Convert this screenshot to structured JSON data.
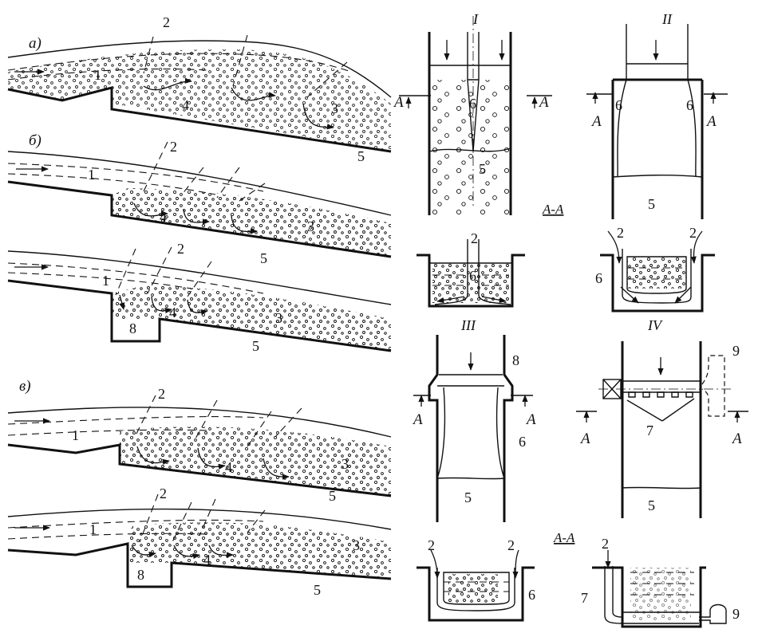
{
  "panels": {
    "a": {
      "letter": "а)",
      "labels": [
        "1",
        "2",
        "3",
        "4",
        "5"
      ]
    },
    "b": {
      "letter": "б)",
      "labels": [
        "1",
        "2",
        "3",
        "4",
        "5"
      ],
      "labels2": [
        "1",
        "2",
        "3",
        "4",
        "5",
        "8"
      ]
    },
    "v": {
      "letter": "в)",
      "labels": [
        "1",
        "2",
        "3",
        "4",
        "5"
      ],
      "labels2": [
        "1",
        "2",
        "3",
        "4",
        "5",
        "8"
      ]
    }
  },
  "views": {
    "I": {
      "title": "I",
      "labels": [
        "6",
        "5"
      ],
      "section": "A-A",
      "section_labels": [
        "2",
        "6"
      ],
      "cut": "A"
    },
    "II": {
      "title": "II",
      "labels": [
        "6",
        "6",
        "5"
      ],
      "section_labels": [
        "2",
        "2",
        "6"
      ],
      "cut": "A"
    },
    "III": {
      "title": "III",
      "labels": [
        "8",
        "6",
        "5"
      ],
      "section_labels": [
        "2",
        "2",
        "6"
      ],
      "cut": "A"
    },
    "IV": {
      "title": "IV",
      "labels": [
        "9",
        "7",
        "5"
      ],
      "section": "A-A",
      "section_labels": [
        "2",
        "7",
        "9"
      ],
      "cut": "A"
    }
  }
}
